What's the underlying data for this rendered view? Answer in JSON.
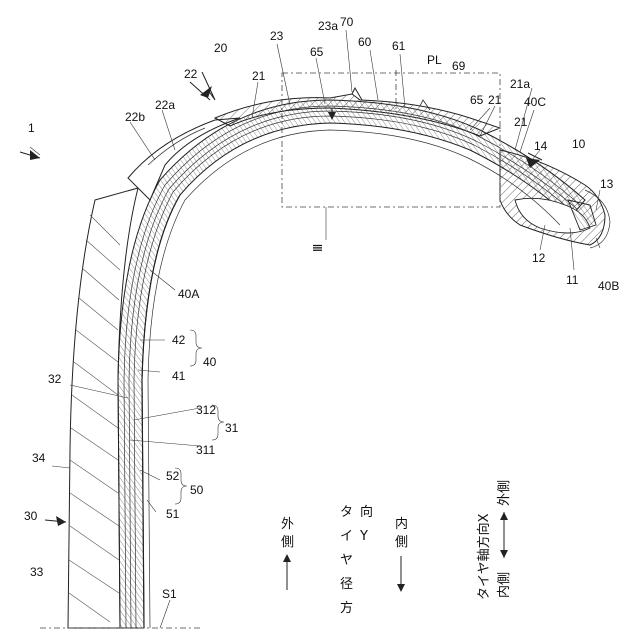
{
  "figure_number": "1",
  "labels": {
    "l10": "10",
    "l11": "11",
    "l12": "12",
    "l13": "13",
    "l14": "14",
    "l20": "20",
    "l21a": "21",
    "l21b": "21",
    "l21c": "21",
    "l21a_tip": "21a",
    "l22": "22",
    "l22a": "22a",
    "l22b": "22b",
    "l23": "23",
    "l23a": "23a",
    "l30": "30",
    "l31": "31",
    "l311": "311",
    "l312": "312",
    "l32": "32",
    "l33": "33",
    "l34": "34",
    "l40": "40",
    "l40A": "40A",
    "l40B": "40B",
    "l40C": "40C",
    "l41": "41",
    "l42": "42",
    "l50": "50",
    "l51": "51",
    "l52": "52",
    "l60": "60",
    "l61": "61",
    "l65a": "65",
    "l65b": "65",
    "l69": "69",
    "l70": "70",
    "lPL": "PL",
    "lIII": "Ⅲ",
    "lS1": "S1"
  },
  "legend": {
    "radial_title": [
      "タ",
      "イ",
      "ヤ",
      "径",
      "方",
      "向",
      "Y"
    ],
    "radial_outer": [
      "外",
      "側"
    ],
    "radial_inner": [
      "内",
      "側"
    ],
    "axial_title": "タイヤ軸方向X",
    "axial_outer": "外側",
    "axial_inner": "内側"
  }
}
